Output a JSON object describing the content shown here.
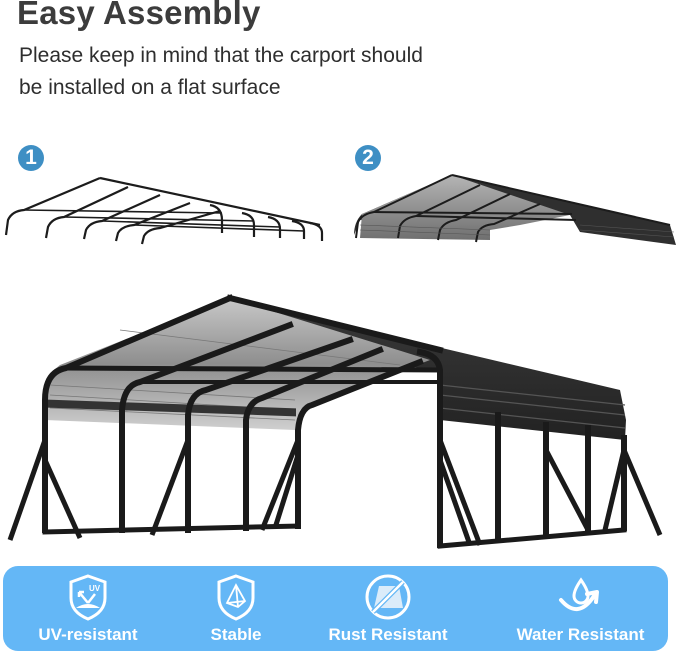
{
  "header": {
    "title": "Easy Assembly",
    "subtitle_line1": "Please keep in mind that the carport should",
    "subtitle_line2": "be installed on a flat surface"
  },
  "steps": [
    {
      "number": "1",
      "description": "frame-only"
    },
    {
      "number": "2",
      "description": "frame-with-roof"
    }
  ],
  "colors": {
    "badge": "#3e8fc4",
    "banner": "#64b7f6",
    "frame": "#1c1c1c",
    "roof_light": "#9a9a9a",
    "roof_dark": "#2b2b2b"
  },
  "features": [
    {
      "label": "UV-resistant",
      "icon": "uv-shield-icon"
    },
    {
      "label": "Stable",
      "icon": "pyramid-shield-icon"
    },
    {
      "label": "Rust Resistant",
      "icon": "no-rust-icon"
    },
    {
      "label": "Water Resistant",
      "icon": "water-drop-icon"
    }
  ]
}
